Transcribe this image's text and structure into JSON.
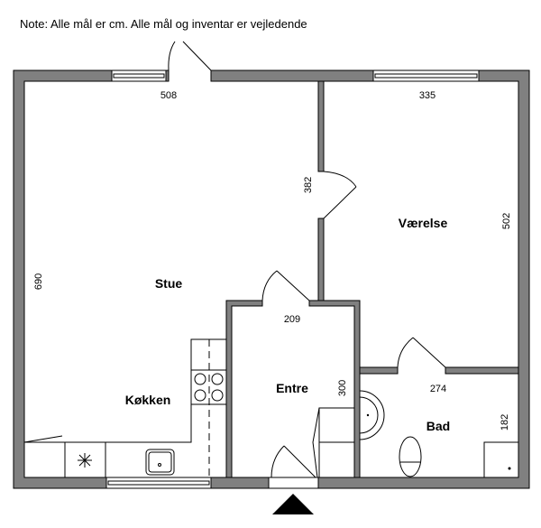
{
  "note": "Note: Alle mål er cm. Alle mål og inventar er vejledende",
  "rooms": {
    "stue": "Stue",
    "vaerelse": "Værelse",
    "entre": "Entre",
    "kokken": "Køkken",
    "bad": "Bad"
  },
  "dimensions": {
    "stue_width": "508",
    "stue_height": "690",
    "vaerelse_width": "335",
    "vaerelse_height": "502",
    "wall_382": "382",
    "entre_width": "209",
    "entre_height": "300",
    "bad_width": "274",
    "bad_height": "182"
  },
  "colors": {
    "wall": "#808080"
  }
}
